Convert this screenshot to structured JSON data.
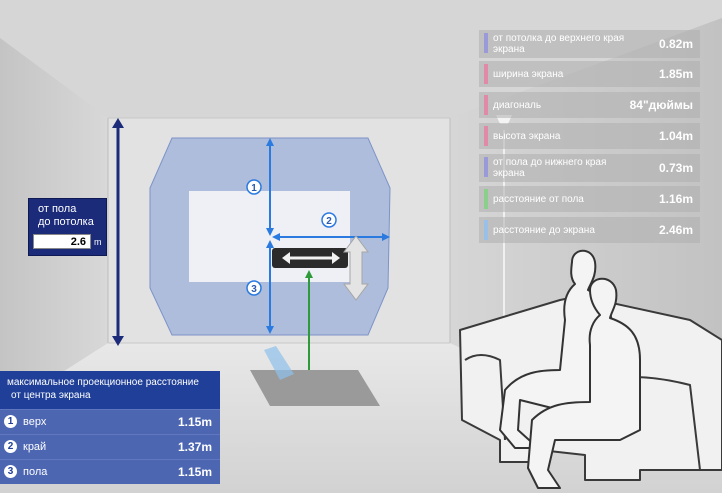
{
  "ceiling": {
    "label_line1": "от пола",
    "label_line2": "до потолка",
    "value": "2.6",
    "unit": "m"
  },
  "info_rows": [
    {
      "label": "от потолка до верхнего края экрана",
      "value": "0.82m",
      "color": "#9a9ad8"
    },
    {
      "label": "ширина экрана",
      "value": "1.85m",
      "color": "#e08aa8"
    },
    {
      "label": "диагональ",
      "value": "84\"дюймы",
      "color": "#e08aa8"
    },
    {
      "label": "высота экрана",
      "value": "1.04m",
      "color": "#e08aa8"
    },
    {
      "label": "от пола до нижнего края экрана",
      "value": "0.73m",
      "color": "#9a9ad8"
    },
    {
      "label": "расстояние от пола",
      "value": "1.16m",
      "color": "#8ad08a"
    },
    {
      "label": "расстояние до экрана",
      "value": "2.46m",
      "color": "#9ac0e8"
    }
  ],
  "marker_numbers": [
    "1",
    "2",
    "3"
  ],
  "distance_panel": {
    "title_line1": "максимальное проекционное расстояние",
    "title_line2": "от центра экрана",
    "rows": [
      {
        "num": "1",
        "label": "верх",
        "value": "1.15m"
      },
      {
        "num": "2",
        "label": "край",
        "value": "1.37m"
      },
      {
        "num": "3",
        "label": "пола",
        "value": "1.15m"
      }
    ]
  }
}
